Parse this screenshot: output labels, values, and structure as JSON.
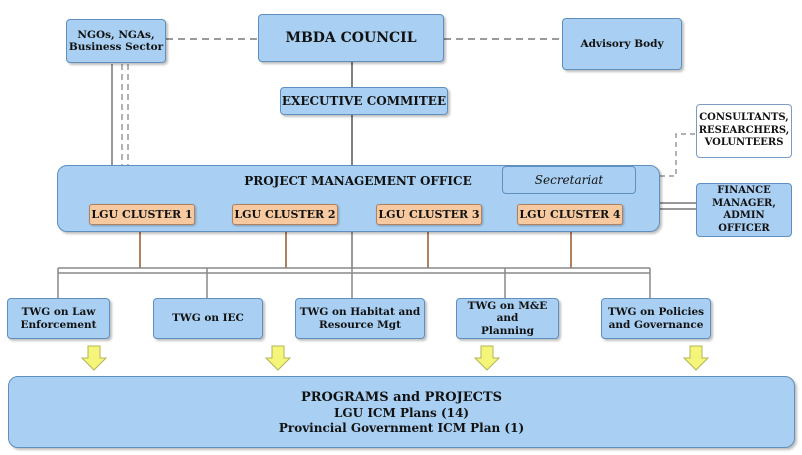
{
  "nodes": {
    "ngos": "NGOs, NGAs,\nBusiness Sector",
    "council": "MBDA COUNCIL",
    "advisory": "Advisory Body",
    "executive": "EXECUTIVE COMMITEE",
    "consultants": "CONSULTANTS,\nRESEARCHERS,\nVOLUNTEERS",
    "pmo": "PROJECT MANAGEMENT OFFICE",
    "secretariat": "Secretariat",
    "finance": "FINANCE\nMANAGER,\nADMIN OFFICER"
  },
  "clusters": [
    "LGU CLUSTER 1",
    "LGU CLUSTER 2",
    "LGU CLUSTER 3",
    "LGU CLUSTER 4"
  ],
  "twgs": [
    "TWG  on Law\nEnforcement",
    "TWG  on IEC",
    "TWG  on Habitat and\nResource Mgt",
    "TWG  on M&E and\nPlanning",
    "TWG  on Policies\nand Governance"
  ],
  "programs": {
    "title": "PROGRAMS and PROJECTS",
    "line1": "LGU ICM Plans (14)",
    "line2": "Provincial Government ICM Plan (1)"
  },
  "colors": {
    "box_fill": "#a9d0f2",
    "cluster_fill": "#f6c9a0",
    "arrow_fill": "#f5f57a"
  }
}
